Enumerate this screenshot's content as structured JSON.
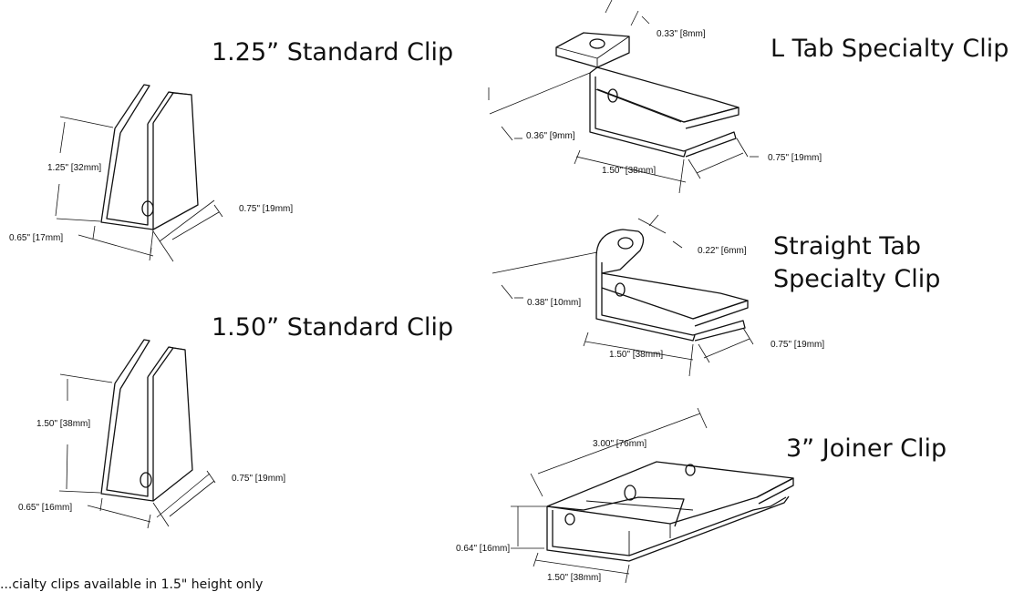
{
  "clips": {
    "standard_125": {
      "title": "1.25” Standard Clip",
      "height": "1.25\" [32mm]",
      "depth": "0.75\" [19mm]",
      "width": "0.65\" [17mm]"
    },
    "standard_150": {
      "title": "1.50” Standard Clip",
      "height": "1.50\" [38mm]",
      "depth": "0.75\" [19mm]",
      "width": "0.65\" [16mm]"
    },
    "l_tab": {
      "title": "L Tab Specialty Clip",
      "tab": "0.33\" [8mm]",
      "offset": "0.36\" [9mm]",
      "length": "1.50\" [38mm]",
      "depth": "0.75\" [19mm]"
    },
    "straight_tab": {
      "title_line1": "Straight Tab",
      "title_line2": "Specialty Clip",
      "tab": "0.22\" [6mm]",
      "offset": "0.38\" [10mm]",
      "length": "1.50\" [38mm]",
      "depth": "0.75\" [19mm]"
    },
    "joiner": {
      "title": "3” Joiner Clip",
      "overall": "3.00\" [76mm]",
      "height": "0.64\" [16mm]",
      "length": "1.50\" [38mm]"
    }
  },
  "footnote": "...cialty clips available in 1.5\" height only"
}
